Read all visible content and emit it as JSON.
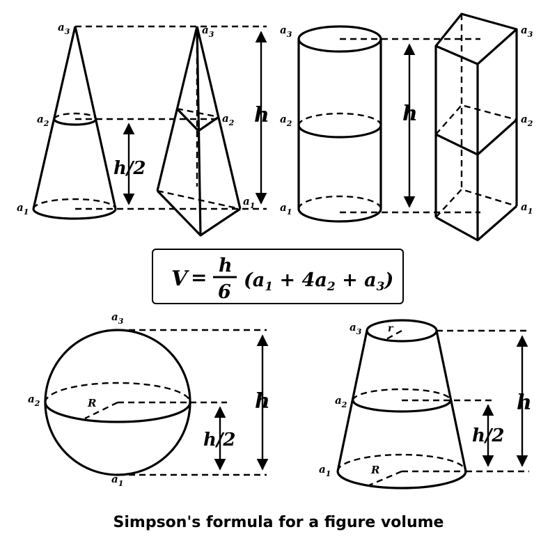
{
  "caption": "Simpson's formula for a figure volume",
  "formula": {
    "lhs": "V",
    "equals": "=",
    "numerator": "h",
    "denominator": "6",
    "body": "(a1 + 4a2 + a3)"
  },
  "labels": {
    "a1": "a",
    "a1_sub": "1",
    "a2": "a",
    "a2_sub": "2",
    "a3": "a",
    "a3_sub": "3",
    "h": "h",
    "h_half": "h/2",
    "R": "R",
    "r": "r"
  },
  "figures": [
    "cone",
    "pyramid",
    "cylinder",
    "prism",
    "sphere",
    "frustum"
  ]
}
